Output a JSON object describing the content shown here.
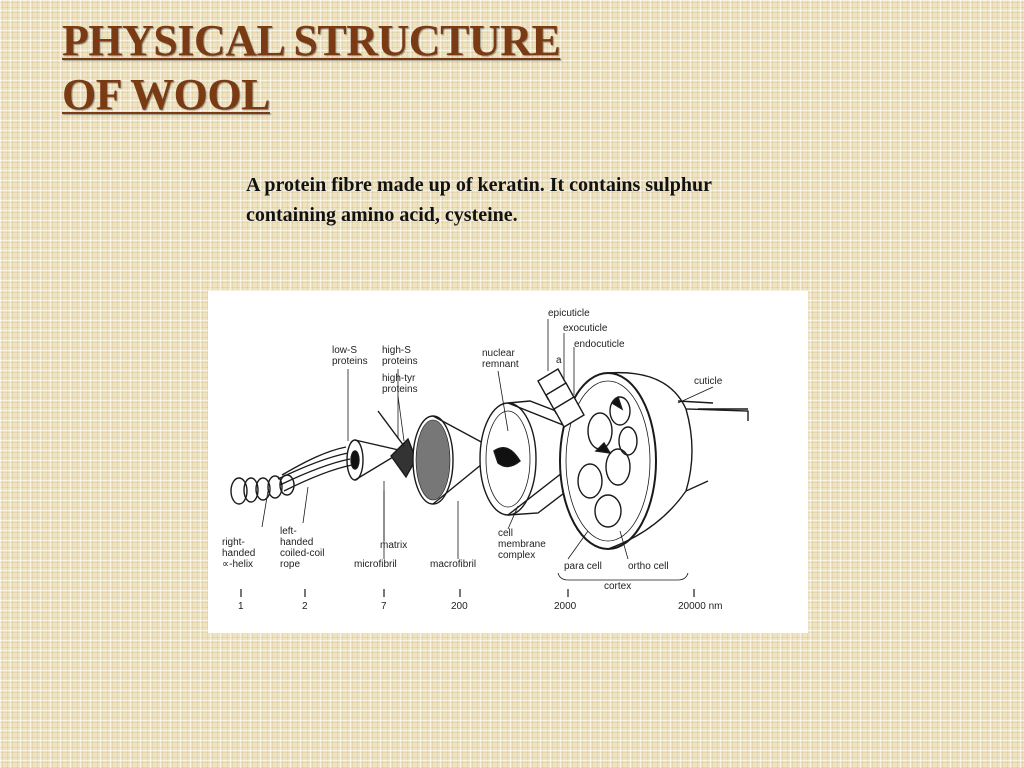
{
  "slide": {
    "title_line1": "PHYSICAL STRUCTURE",
    "title_line2": "OF WOOL",
    "description": "A protein fibre made up of keratin. It contains sulphur containing amino acid, cysteine."
  },
  "diagram": {
    "labels": {
      "epicuticle": "epicuticle",
      "exocuticle": "exocuticle",
      "endocuticle": "endocuticle",
      "cuticle": "cuticle",
      "low_s": [
        "low-S",
        "proteins"
      ],
      "high_s": [
        "high-S",
        "proteins"
      ],
      "high_tyr": [
        "high-tyr",
        "proteins"
      ],
      "nuclear": [
        "nuclear",
        "remnant"
      ],
      "a": "a",
      "right_helix": [
        "right-",
        "handed",
        "∝-helix"
      ],
      "left_rope": [
        "left-",
        "handed",
        "coiled-coil",
        "rope"
      ],
      "matrix": "matrix",
      "microfibril": "microfibril",
      "macrofibril": "macrofibril",
      "cell_membrane": [
        "cell",
        "membrane",
        "complex"
      ],
      "para_cell": "para cell",
      "ortho_cell": "ortho cell",
      "cortex": "cortex"
    },
    "scale": [
      "1",
      "2",
      "7",
      "200",
      "2000",
      "20000 nm"
    ]
  }
}
